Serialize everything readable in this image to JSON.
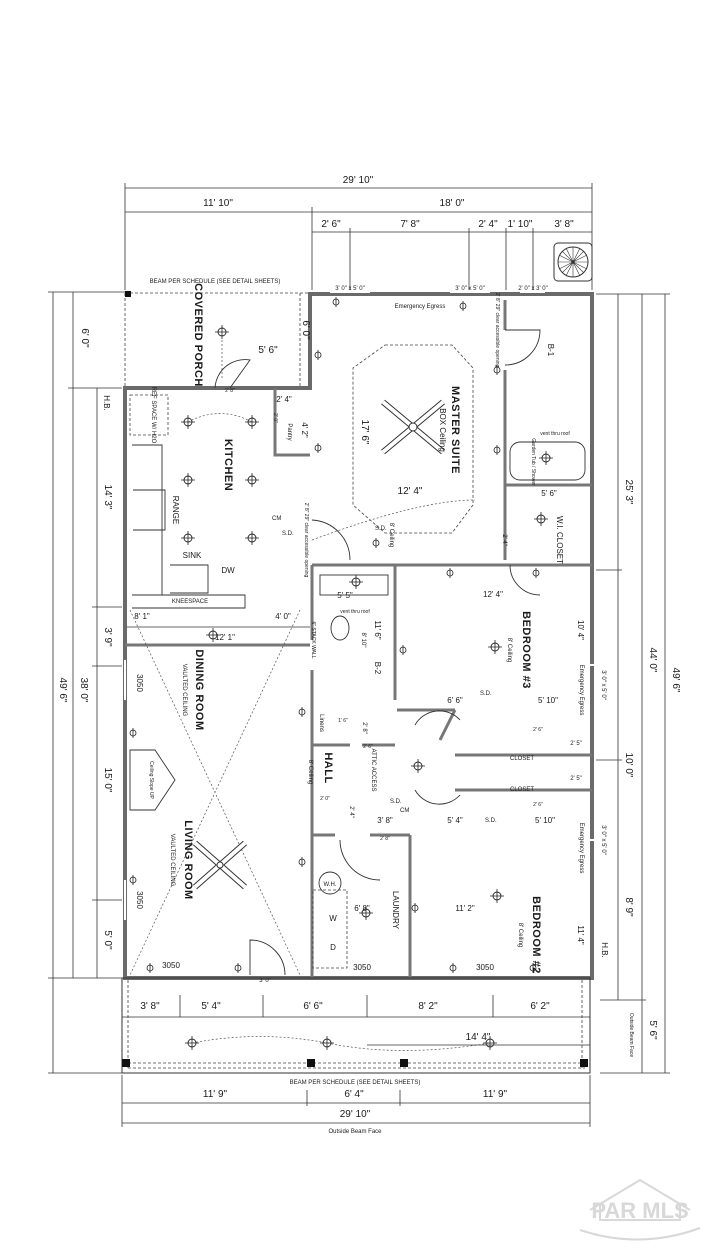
{
  "top_dims": {
    "overall": "29' 10\"",
    "left": "11' 10\"",
    "right": "18' 0\"",
    "segments": [
      "2' 6\"",
      "7' 8\"",
      "2' 4\"",
      "1' 10\"",
      "3' 8\""
    ]
  },
  "windows": {
    "master_1": "3' 0\" x 5' 0\"",
    "master_2": "3' 0\" x 5' 0\"",
    "bath": "2' 0\" x 3' 0\"",
    "bed3": "3' 0\" x 5' 0\"",
    "bed2": "3' 0\" x 5' 0\"",
    "w3050": "3050",
    "front_door": "3' 0\""
  },
  "beam_label": "BEAM PER SCHEDULE (SEE DETAIL SHEETS)",
  "rooms": {
    "porch": "COVERED PORCH",
    "kitchen": "KITCHEN",
    "master": "MASTER SUITE",
    "master_ceiling": "BOX Ceiling",
    "dining": "DINING ROOM",
    "dining_ceiling": "VAULTED CEILING",
    "living": "LIVING ROOM",
    "living_ceiling": "VAULTED CEILING",
    "bed3": "BEDROOM #3",
    "bed2": "BEDROOM #2",
    "ceiling8": "8' Ceiling",
    "hall": "HALL",
    "laundry": "LAUNDRY",
    "wi_closet": "W.I. CLOSET",
    "closet": "CLOSET",
    "linens": "Linens",
    "pantry": "Pantry",
    "attic": "ATTIC ACCESS",
    "bath1": "B-1",
    "bath2": "B-2"
  },
  "fixtures": {
    "ref": "REF SPACE W/ H2O",
    "range": "RANGE",
    "sink": "SINK",
    "dw": "DW",
    "kneespace": "KNEESPACE",
    "washer": "W",
    "dryer": "D",
    "water_heater": "W.H.",
    "tub": "Garden Tub / Shower",
    "vent": "vent thru roof",
    "egress": "Emergency Egress",
    "opening": "2' 8\" 29\" clear accessible opening",
    "sd": "S.D.",
    "cm": "CM",
    "slope": "Ceiling Slope UP",
    "stack_wall": "6\" STACK WALL",
    "hb": "H.B."
  },
  "interior_dims": {
    "porch_w": "5' 6\"",
    "porch_d": "6' 0\"",
    "porch_door": "2' 8\"",
    "pantry_w": "2' 4\"",
    "pantry_d": "4' 2\"",
    "pantry_door": "2' 0\"",
    "master_d": "17' 6\"",
    "master_w": "12' 4\"",
    "wic_w": "5' 6\"",
    "wic_door": "2' 4\"",
    "kitchen_a": "8' 1\"",
    "kitchen_b": "4' 0\"",
    "kitchen_w": "12' 1\"",
    "bath2_w": "5' 5\"",
    "bath2_d": "11' 6\"",
    "bath2_b": "8' 10\"",
    "linen_w": "1' 6\"",
    "bath2_door": "2' 8\"",
    "hall_door": "2' 6\"",
    "bed3_w": "12' 4\"",
    "bed3_d": "10' 4\"",
    "bed3_a": "6' 6\"",
    "bed3_b": "5' 10\"",
    "closet_door": "2' 6\"",
    "closet_d": "2' 5\"",
    "hall_a": "5' 4\"",
    "hall_b": "3' 8\"",
    "bed2_b": "5' 10\"",
    "hall_c": "2' 0\"",
    "hall_d": "2' 4\"",
    "laundry_door": "2' 8\"",
    "laundry_w": "6' 8\"",
    "bed2_w": "11' 2\"",
    "bed2_d": "11' 4\""
  },
  "porch_dims": {
    "segments": [
      "3' 8\"",
      "5' 4\"",
      "6' 6\"",
      "8' 2\"",
      "6' 2\""
    ],
    "span": "14' 4\""
  },
  "bottom_dims": {
    "segments": [
      "11' 9\"",
      "6' 4\"",
      "11' 9\""
    ],
    "overall": "29' 10\"",
    "note": "Outside Beam Face"
  },
  "left_dims": {
    "segments": [
      "6' 0\"",
      "14' 3\"",
      "3' 9\"",
      "15' 0\"",
      "5' 0\""
    ],
    "house": "38' 0\"",
    "overall": "49' 6\""
  },
  "right_dims": {
    "segments": [
      "25' 3\"",
      "10' 0\"",
      "8' 9\""
    ],
    "house": "44' 0\"",
    "overall": "49' 6\"",
    "porch": "5' 6\"",
    "note": "Outside Beam Face"
  },
  "watermark": "PAR MLS"
}
